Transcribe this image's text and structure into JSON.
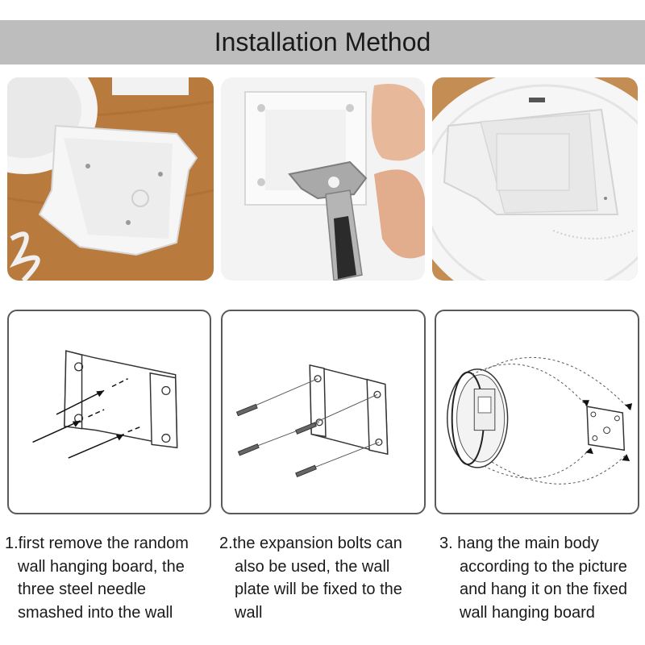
{
  "header": {
    "title": "Installation Method"
  },
  "steps": [
    {
      "lines": [
        "1.first remove the random",
        "wall hanging board, the",
        "three steel needle",
        "smashed into the wall"
      ]
    },
    {
      "lines": [
        "2.the expansion bolts can",
        "also be used, the wall",
        "plate will be fixed to the",
        "wall"
      ]
    },
    {
      "lines": [
        "3. hang the main body",
        "according to the picture",
        "and hang it on the fixed",
        "wall hanging board"
      ]
    }
  ],
  "colors": {
    "header_bg": "#bdbdbd",
    "wood": "#b97a3e",
    "wall": "#f2f2f2",
    "plate": "#f7f7f7",
    "line": "#333333"
  },
  "icons": [
    "wall-plate-photo",
    "hammer-photo",
    "mounted-plate-photo",
    "needle-diagram",
    "bolt-diagram",
    "hang-diagram"
  ]
}
